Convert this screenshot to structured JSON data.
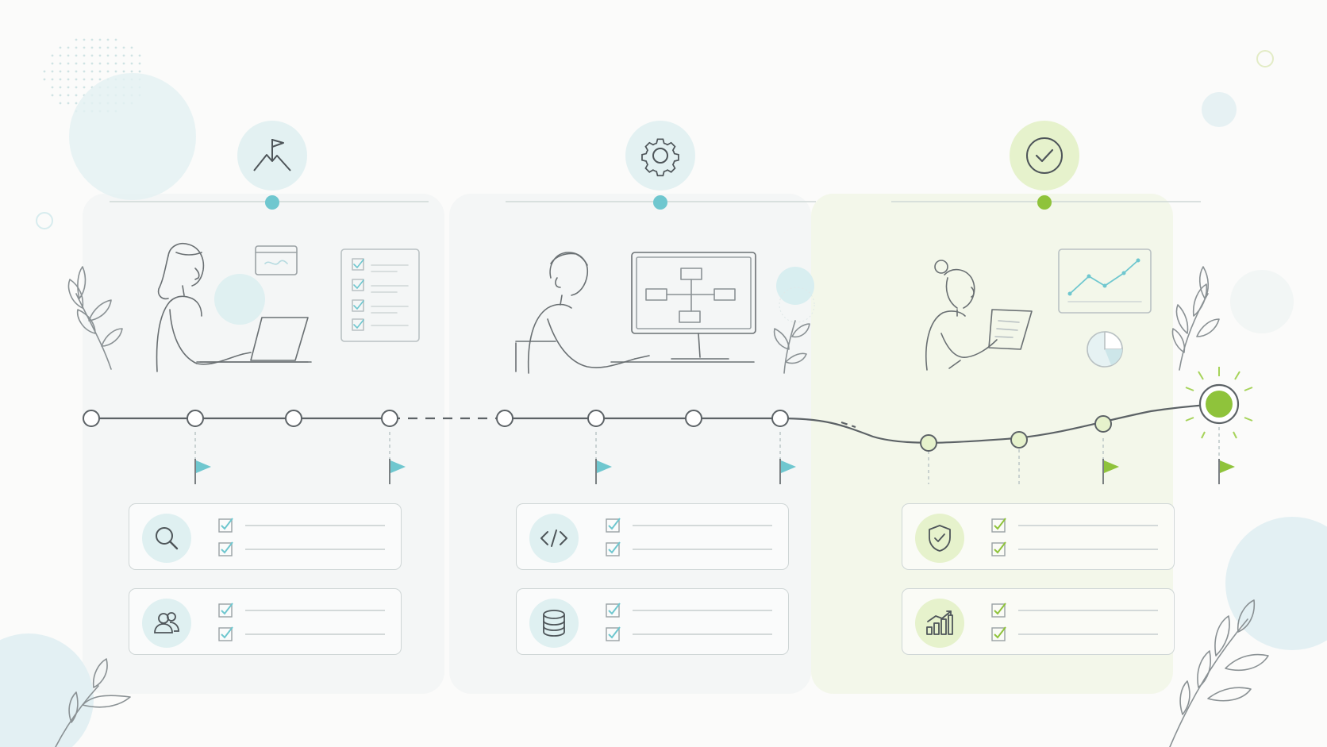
{
  "palette": {
    "teal": "#6fc7cf",
    "teal_soft": "#dcf0f1",
    "green": "#8fc33b",
    "green_soft": "#e8f2d4",
    "line": "#5c6266",
    "bg": "#fbfbfa"
  },
  "phases": [
    {
      "phase_icon": "mountain-flag-icon",
      "accent": "#6fc7cf",
      "illustration": "woman-at-laptop",
      "cards": [
        {
          "icon": "search-icon",
          "checks": 2
        },
        {
          "icon": "users-icon",
          "checks": 2
        }
      ]
    },
    {
      "phase_icon": "gear-icon",
      "accent": "#6fc7cf",
      "illustration": "man-at-monitor-flowchart",
      "cards": [
        {
          "icon": "code-icon",
          "checks": 2
        },
        {
          "icon": "database-icon",
          "checks": 2
        }
      ]
    },
    {
      "phase_icon": "check-circle-icon",
      "accent": "#8fc33b",
      "illustration": "woman-reading-document",
      "cards": [
        {
          "icon": "shield-check-icon",
          "checks": 2
        },
        {
          "icon": "bar-chart-up-icon",
          "checks": 2
        }
      ]
    }
  ],
  "timeline": {
    "milestones_per_phase": 4,
    "flags_per_phase": 2,
    "completion_marker": "glowing-end-node"
  }
}
